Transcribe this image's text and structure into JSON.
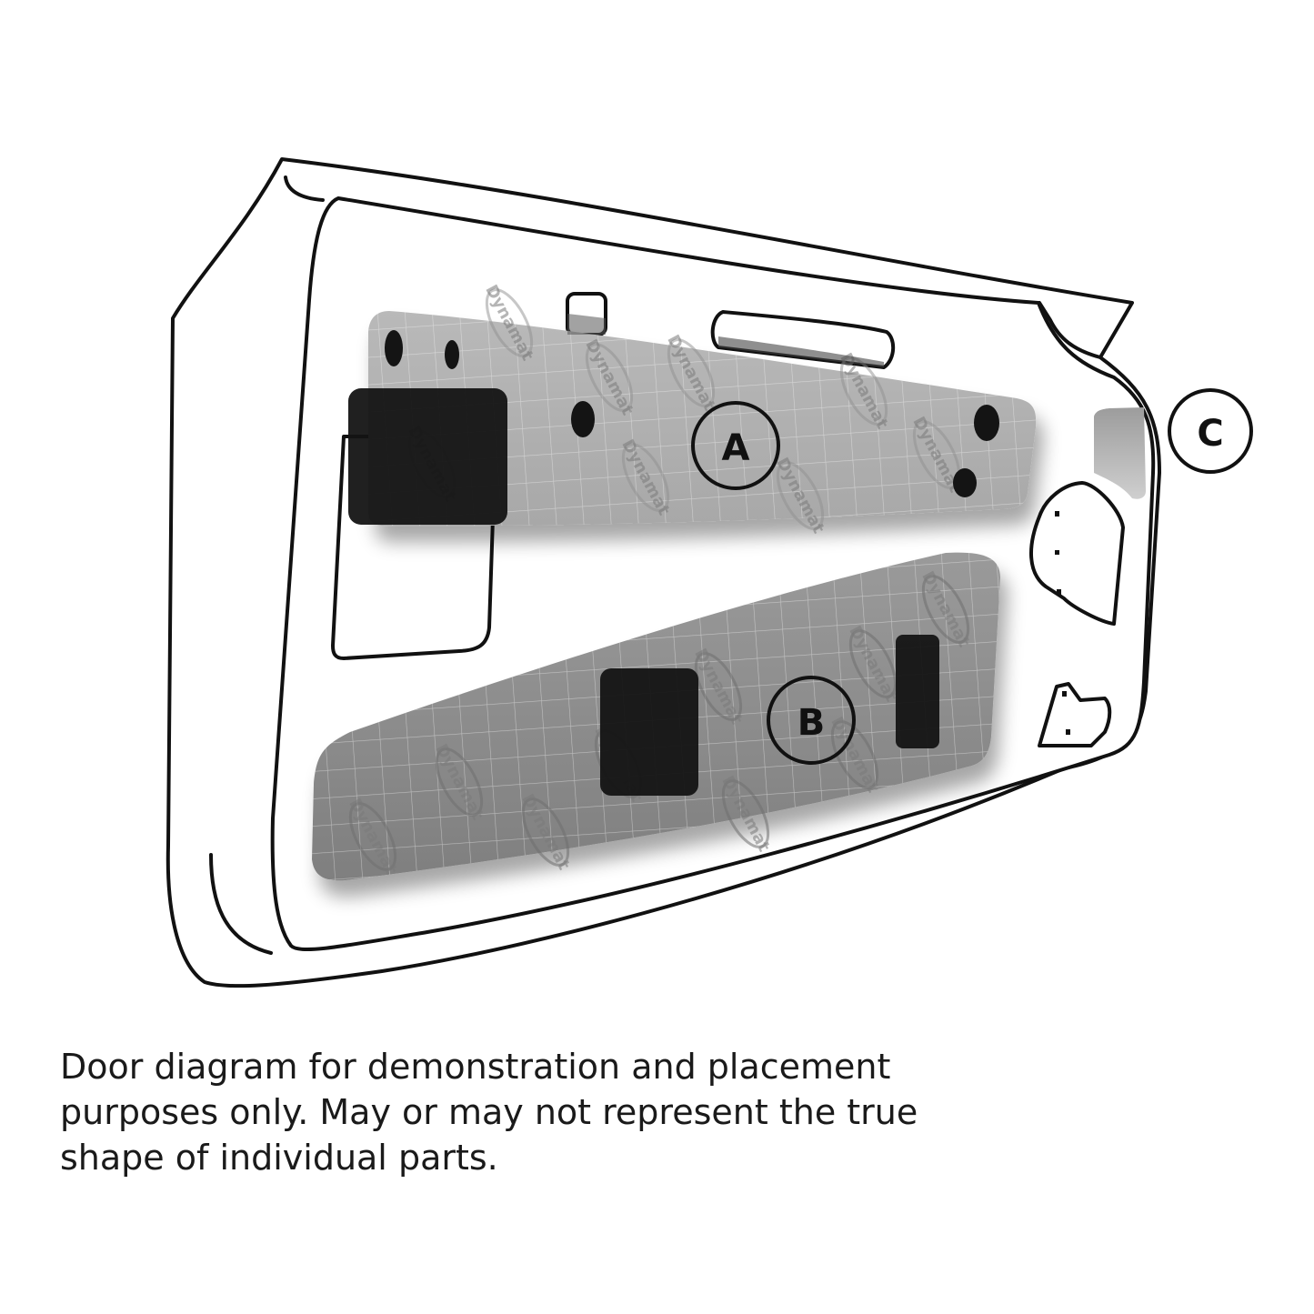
{
  "labels": {
    "a": "A",
    "b": "B",
    "c": "C"
  },
  "watermark_text": "Dynamat",
  "caption": {
    "line1": "Door diagram for demonstration and placement",
    "line2": "purposes only. May or may not represent the true",
    "line3": "shape of individual parts."
  },
  "colors": {
    "outline": "#111111",
    "mat_light": "#b3b3b3",
    "mat_dark": "#888888",
    "cutout": "#141414"
  }
}
